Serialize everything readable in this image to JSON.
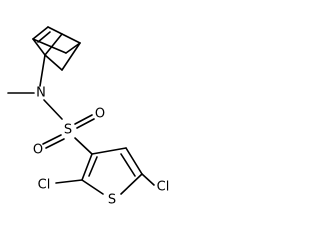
{
  "molecule": {
    "atoms": {
      "nitrogen": "N",
      "sulfur_sulfonyl": "S",
      "oxygen_left": "O",
      "oxygen_right": "O",
      "sulfur_ring": "S",
      "chlorine_left": "Cl",
      "chlorine_right": "Cl"
    }
  }
}
